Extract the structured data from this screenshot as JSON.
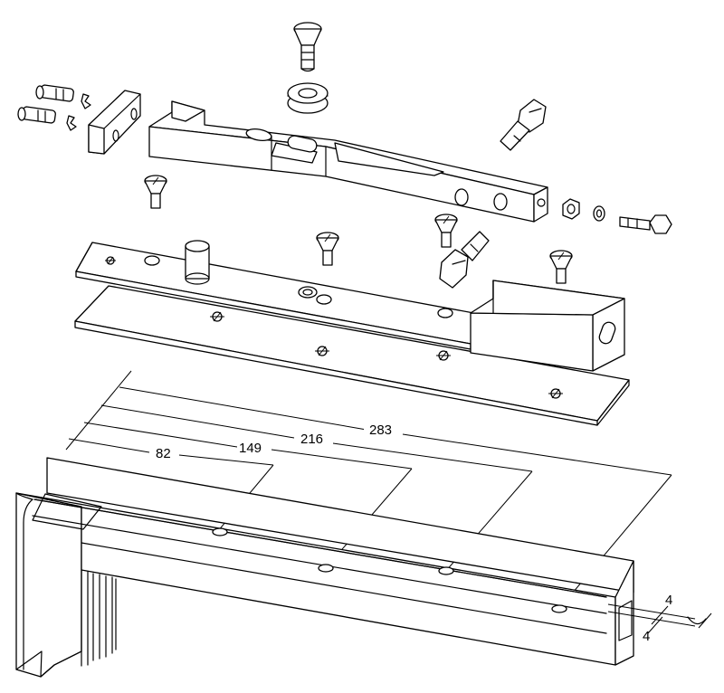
{
  "dimensions": [
    "82",
    "149",
    "216",
    "283"
  ],
  "mark": [
    "4",
    "4"
  ],
  "colors": {
    "line": "#000000",
    "paper": "#ffffff"
  }
}
